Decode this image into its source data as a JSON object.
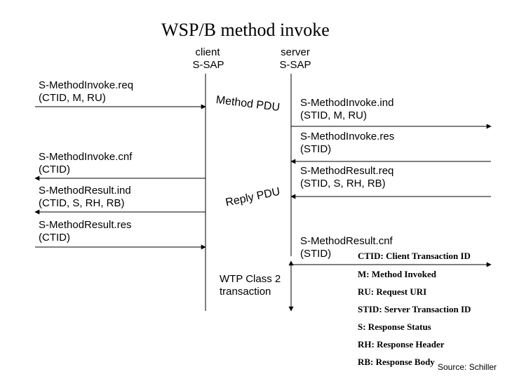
{
  "title": "WSP/B method invoke",
  "client_sap": [
    "client",
    "S-SAP"
  ],
  "server_sap": [
    "server",
    "S-SAP"
  ],
  "left_primitives": [
    [
      "S-MethodInvoke.req",
      "(CTID, M, RU)"
    ],
    [
      "S-MethodInvoke.cnf",
      "(CTID)"
    ],
    [
      "S-MethodResult.ind",
      "(CTID, S, RH, RB)"
    ],
    [
      "S-MethodResult.res",
      "(CTID)"
    ]
  ],
  "right_primitives": [
    [
      "S-MethodInvoke.ind",
      "(STID, M, RU)"
    ],
    [
      "S-MethodInvoke.res",
      "(STID)"
    ],
    [
      "S-MethodResult.req",
      "(STID, S, RH, RB)"
    ],
    [
      "S-MethodResult.cnf",
      "(STID)"
    ]
  ],
  "pdus": {
    "method": "Method PDU",
    "reply": "Reply PDU"
  },
  "transaction": [
    "WTP Class 2",
    "transaction"
  ],
  "legend": [
    "CTID: Client Transaction ID",
    "M: Method Invoked",
    "RU: Request URI",
    "STID: Server Transaction ID",
    "S: Response Status",
    "RH: Response Header",
    "RB: Response Body"
  ],
  "source": "Source: Schiller",
  "line_color": "#000000"
}
